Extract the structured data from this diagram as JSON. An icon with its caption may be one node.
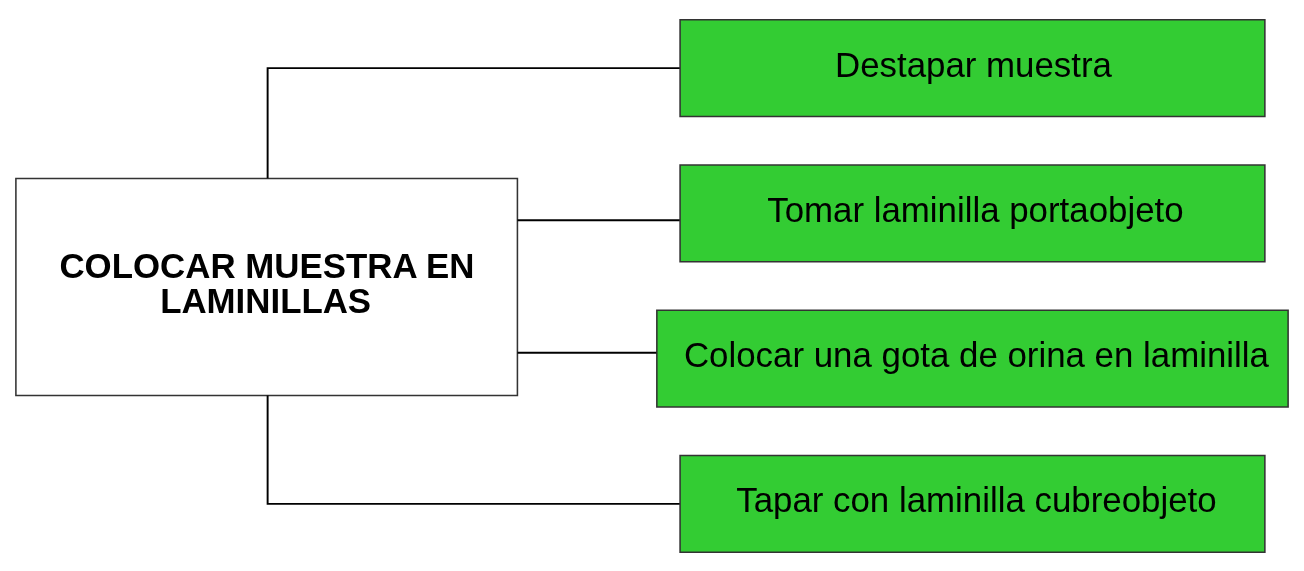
{
  "diagram": {
    "nodes": [
      {
        "text": [
          "COLOCAR MUESTRA EN LAMINILLAS"
        ]
      },
      {
        "text": [
          "Destapar muestra"
        ]
      },
      {
        "text": [
          "Tomar laminilla portaobjeto"
        ]
      },
      {
        "text": [
          "Colocar una gota de orina en laminilla"
        ]
      },
      {
        "text": [
          "Tapar con laminilla cubreobjeto"
        ]
      }
    ],
    "edges": [
      {
        "from": 0,
        "to": 1,
        "arrow": "none"
      },
      {
        "from": 0,
        "to": 2,
        "arrow": "none"
      },
      {
        "from": 0,
        "to": 3,
        "arrow": "none"
      },
      {
        "from": 0,
        "to": 4,
        "arrow": "none"
      }
    ]
  }
}
